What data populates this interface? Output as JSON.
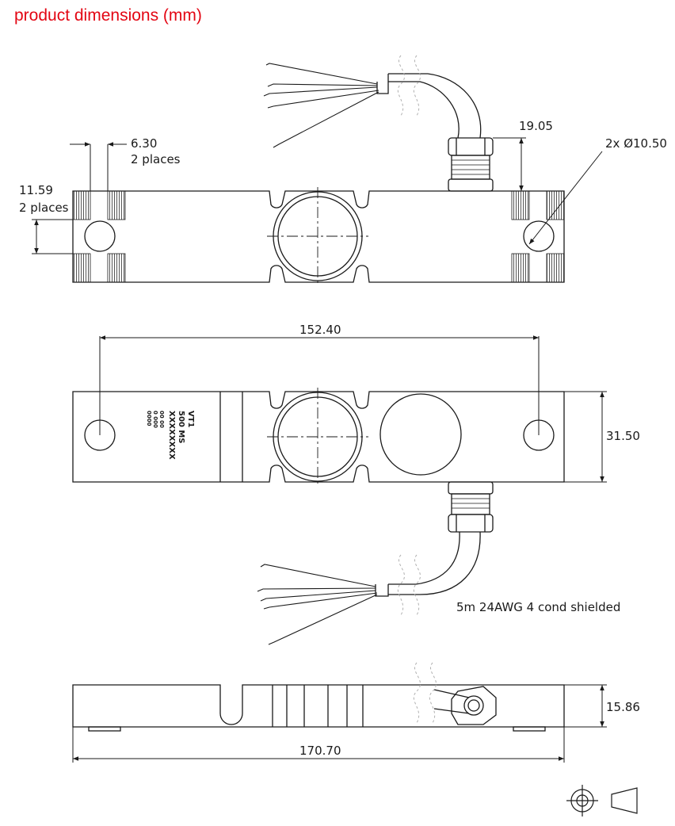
{
  "title": "product dimensions (mm)",
  "colors": {
    "title": "#e30613",
    "line": "#1a1a1a",
    "dashed": "#b0b0b0"
  },
  "dimensions": {
    "slot_width": "6.30",
    "slot_width_note": "2 places",
    "slot_height": "11.59",
    "slot_height_note": "2 places",
    "gland_height": "19.05",
    "holes": "2x Ø10.50",
    "hole_spacing": "152.40",
    "body_width": "31.50",
    "body_height": "15.86",
    "overall_length": "170.70"
  },
  "cable_note": "5m 24AWG 4 cond shielded",
  "label": {
    "line1": "VT1",
    "line2": "500 MS",
    "line3": "XXXXXXXX",
    "line4": "00 00",
    "line5": "0 000",
    "line6": "0000"
  },
  "icons": {
    "projection_circle": "crosshair-circle-icon",
    "projection_cone": "truncated-cone-icon"
  }
}
